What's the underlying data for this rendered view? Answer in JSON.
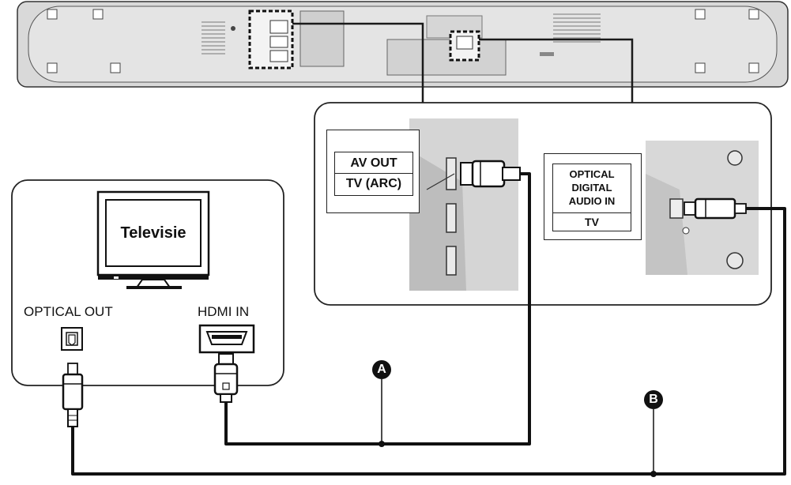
{
  "tv": {
    "screen_label": "Televisie"
  },
  "tv_ports": {
    "optical_out": "OPTICAL OUT",
    "hdmi_in": "HDMI IN"
  },
  "hdmi_panel": {
    "line1": "AV OUT",
    "line2": "TV (ARC)"
  },
  "optical_panel": {
    "line1": "OPTICAL",
    "line2": "DIGITAL",
    "line3": "AUDIO IN",
    "line4": "TV"
  },
  "cables": {
    "a": "A",
    "b": "B"
  },
  "colors": {
    "ink": "#1a1a1a",
    "soundbar": "#e1e1e1",
    "photo": "#c9c9c9",
    "panel": "#ffffff"
  }
}
